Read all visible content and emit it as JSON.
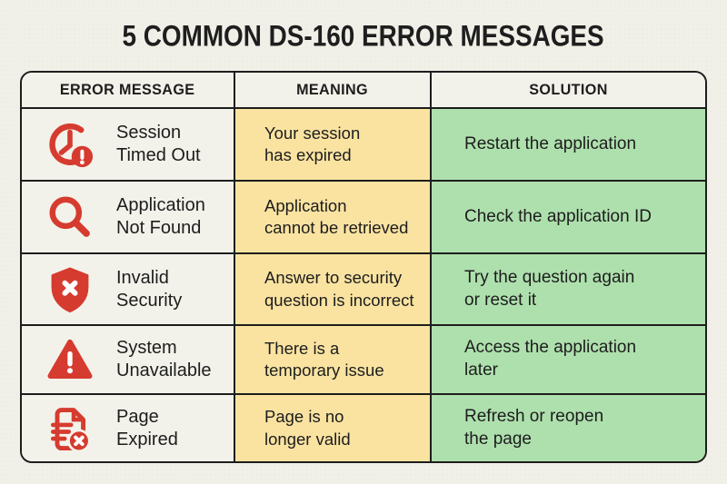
{
  "title": "5 COMMON DS-160 ERROR MESSAGES",
  "colors": {
    "page-bg": "#f1f0e8",
    "accent-red": "#d63b2f",
    "meaning-bg": "#fae3a1",
    "solution-bg": "#aee0ad",
    "border": "#1d1d1d",
    "text": "#1d1d1d"
  },
  "table": {
    "headers": [
      "ERROR MESSAGE",
      "MEANING",
      "SOLUTION"
    ],
    "rows": [
      {
        "icon": "clock-alert-icon",
        "error": "Session\nTimed Out",
        "meaning": "Your session\nhas expired",
        "solution": "Restart the application"
      },
      {
        "icon": "magnifier-icon",
        "error": "Application\nNot Found",
        "meaning": "Application\ncannot be retrieved",
        "solution": "Check the application ID"
      },
      {
        "icon": "shield-x-icon",
        "error": "Invalid\nSecurity",
        "meaning": "Answer to security\nquestion is incorrect",
        "solution": "Try the question again\nor reset it"
      },
      {
        "icon": "warning-triangle-icon",
        "error": "System\nUnavailable",
        "meaning": "There is a\ntemporary issue",
        "solution": "Access the application\nlater"
      },
      {
        "icon": "document-x-icon",
        "error": "Page\nExpired",
        "meaning": "Page is no\nlonger valid",
        "solution": "Refresh or reopen\nthe page"
      }
    ]
  }
}
